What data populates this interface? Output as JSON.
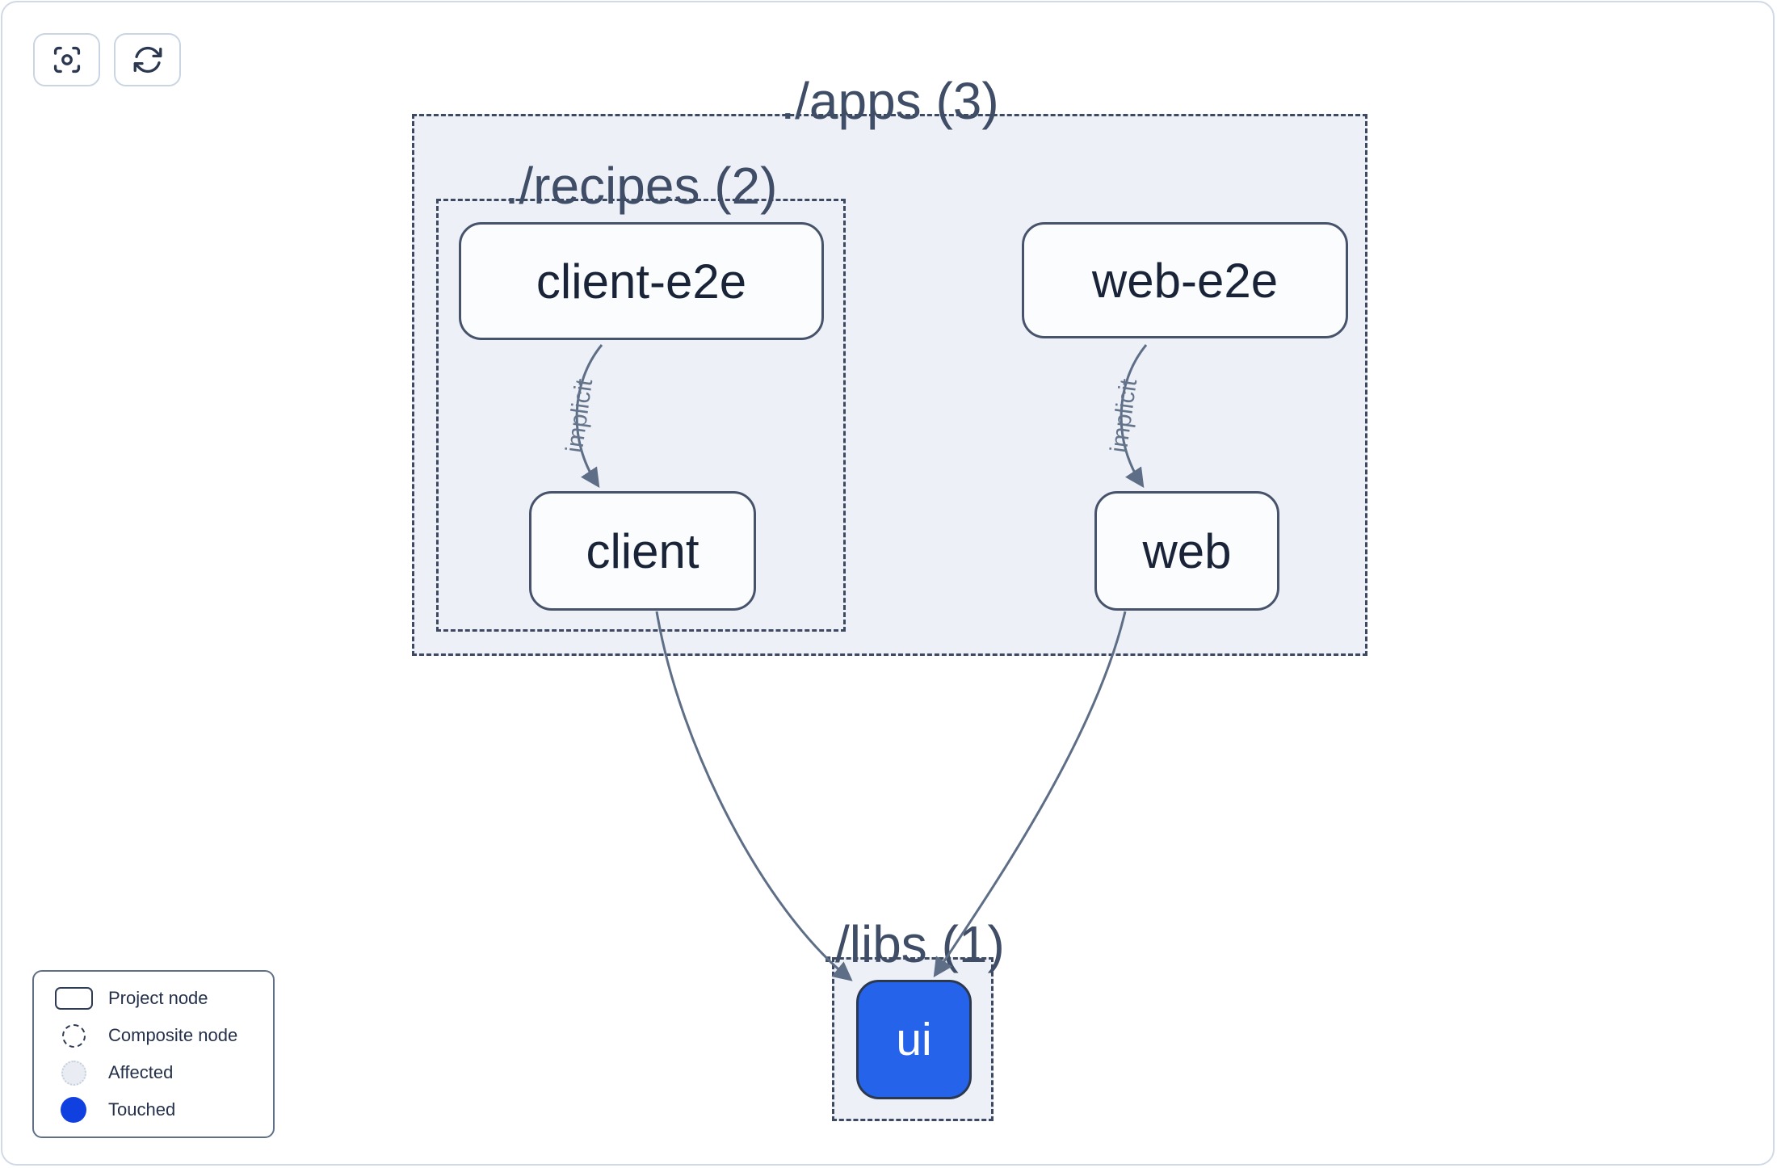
{
  "app": {
    "type": "project-graph-viewer"
  },
  "toolbar": {
    "focus_button": {
      "icon": "viewfinder-icon"
    },
    "refresh_button": {
      "icon": "refresh-icon"
    }
  },
  "graph": {
    "composites": [
      {
        "id": "apps",
        "label": "./apps (3)",
        "count": 3
      },
      {
        "id": "recipes",
        "label": "./recipes (2)",
        "count": 2
      },
      {
        "id": "libs",
        "label": "./libs (1)",
        "count": 1
      }
    ],
    "nodes": [
      {
        "id": "client-e2e",
        "label": "client-e2e",
        "state": "default",
        "parent": "./recipes"
      },
      {
        "id": "client",
        "label": "client",
        "state": "default",
        "parent": "./recipes"
      },
      {
        "id": "web-e2e",
        "label": "web-e2e",
        "state": "default",
        "parent": "./apps"
      },
      {
        "id": "web",
        "label": "web",
        "state": "default",
        "parent": "./apps"
      },
      {
        "id": "ui",
        "label": "ui",
        "state": "touched",
        "parent": "./libs"
      }
    ],
    "edges": [
      {
        "from": "client-e2e",
        "to": "client",
        "label": "implicit"
      },
      {
        "from": "web-e2e",
        "to": "web",
        "label": "implicit"
      },
      {
        "from": "client",
        "to": "ui",
        "label": ""
      },
      {
        "from": "web",
        "to": "ui",
        "label": ""
      }
    ]
  },
  "legend": {
    "items": [
      {
        "label": "Project node",
        "swatch": "project-node-outline"
      },
      {
        "label": "Composite node",
        "swatch": "dashed-circle-outline"
      },
      {
        "label": "Affected",
        "swatch": "light-gray-circle"
      },
      {
        "label": "Touched",
        "swatch": "blue-circle"
      }
    ]
  },
  "colors": {
    "touched_node_fill": "#2563eb",
    "legend_touched_dot": "#1140e0",
    "container_fill": "#edf1f7",
    "dashed_border": "#3c4960",
    "node_border": "#47536b",
    "node_fill": "#fafcfe",
    "node_text": "#1a2438",
    "container_label_text": "#3f4d66",
    "edge_stroke": "#5d6e86",
    "edge_label_text": "#64748b",
    "card_border": "#d0dae6"
  }
}
